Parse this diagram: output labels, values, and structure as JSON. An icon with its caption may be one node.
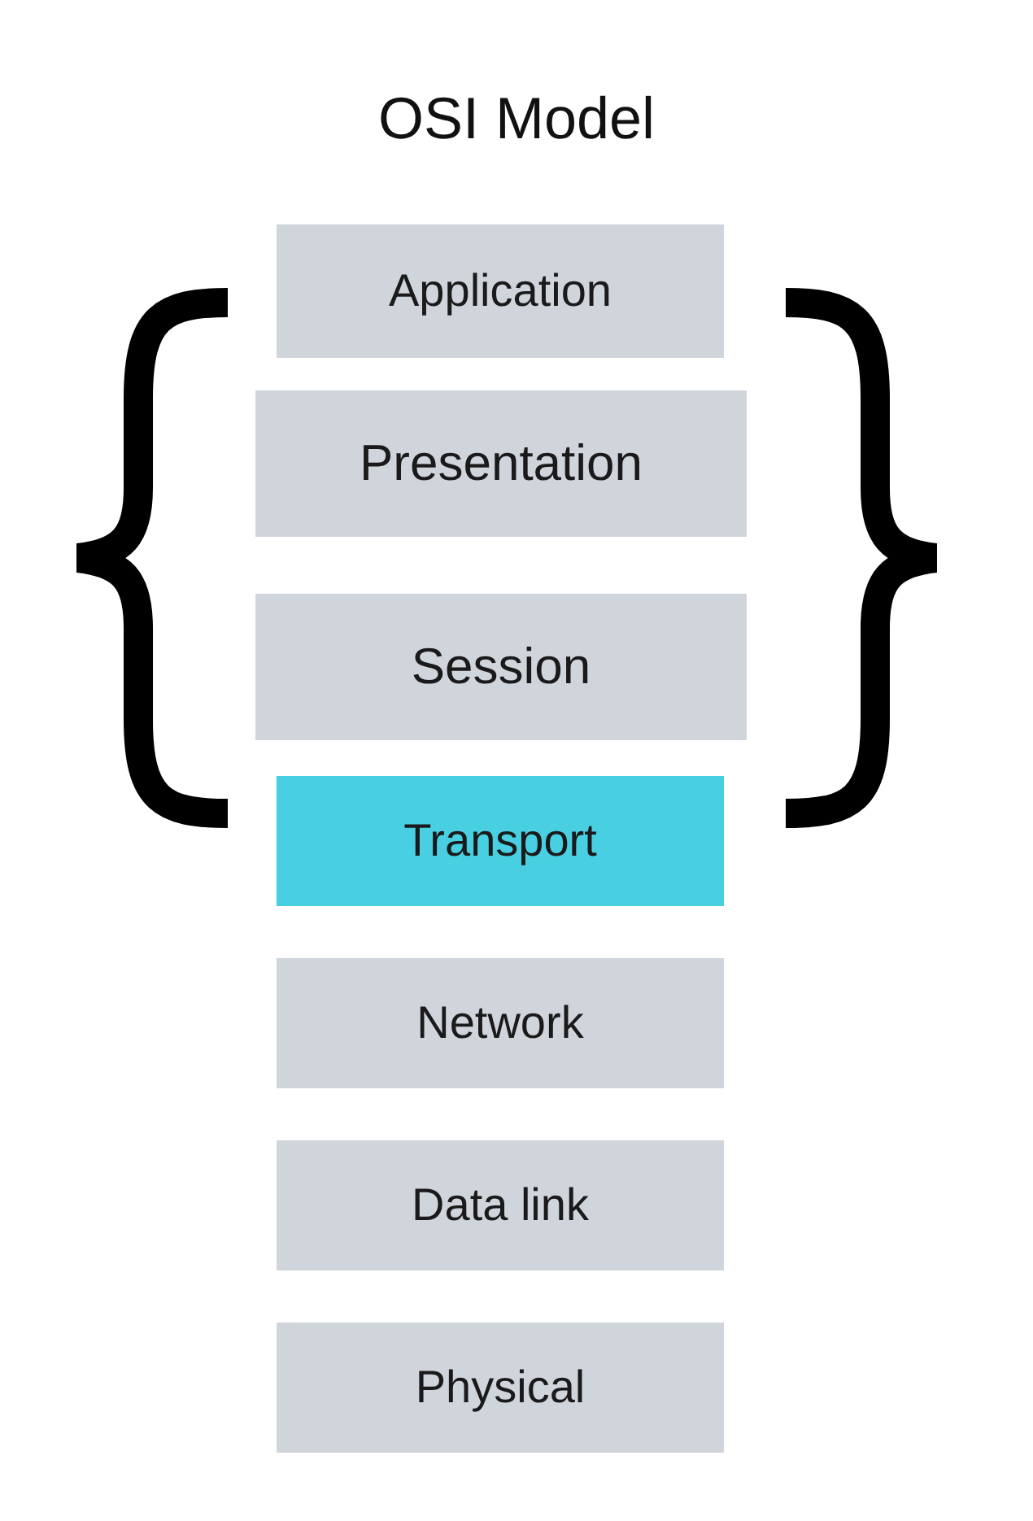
{
  "diagram": {
    "title": "OSI Model",
    "nodes": [
      {
        "text": [
          "Application"
        ]
      },
      {
        "text": [
          "Presentation"
        ]
      },
      {
        "text": [
          "Session"
        ]
      },
      {
        "text": [
          "Transport"
        ]
      },
      {
        "text": [
          "Network"
        ]
      },
      {
        "text": [
          "Data link"
        ]
      },
      {
        "text": [
          "Physical"
        ]
      }
    ]
  }
}
